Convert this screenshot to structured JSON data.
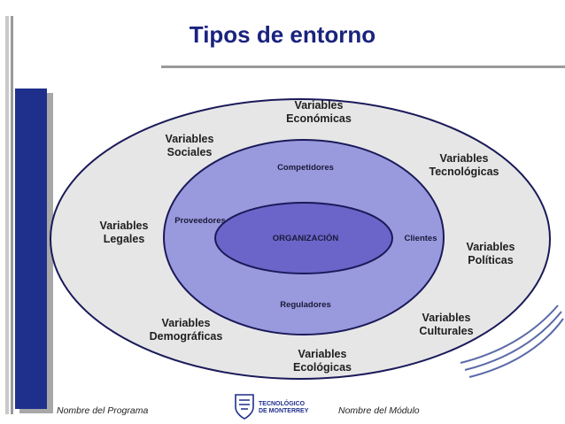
{
  "slide": {
    "title": "Tipos de entorno",
    "colors": {
      "title": "#1a237e",
      "outer_ellipse": "#e6e6e6",
      "middle_ellipse": "#9999dd",
      "inner_ellipse": "#6b65c9",
      "outline": "#1a1a5a",
      "side_bar": "#1f2f8c"
    }
  },
  "diagram": {
    "center": "ORGANIZACIÓN",
    "task_environment": {
      "top": "Competidores",
      "left": "Proveedores",
      "right": "Clientes",
      "bottom": "Reguladores"
    },
    "general_environment": {
      "economicas": [
        "Variables",
        "Económicas"
      ],
      "sociales": [
        "Variables",
        "Sociales"
      ],
      "tecnologicas": [
        "Variables",
        "Tecnológicas"
      ],
      "legales": [
        "Variables",
        "Legales"
      ],
      "politicas": [
        "Variables",
        "Políticas"
      ],
      "demograficas": [
        "Variables",
        "Demográficas"
      ],
      "culturales": [
        "Variables",
        "Culturales"
      ],
      "ecologicas": [
        "Variables",
        "Ecológicas"
      ]
    }
  },
  "footer": {
    "left": "Nombre del Programa",
    "right": "Nombre del Módulo",
    "logo_text": [
      "TECNOLÓGICO",
      "DE MONTERREY"
    ]
  }
}
